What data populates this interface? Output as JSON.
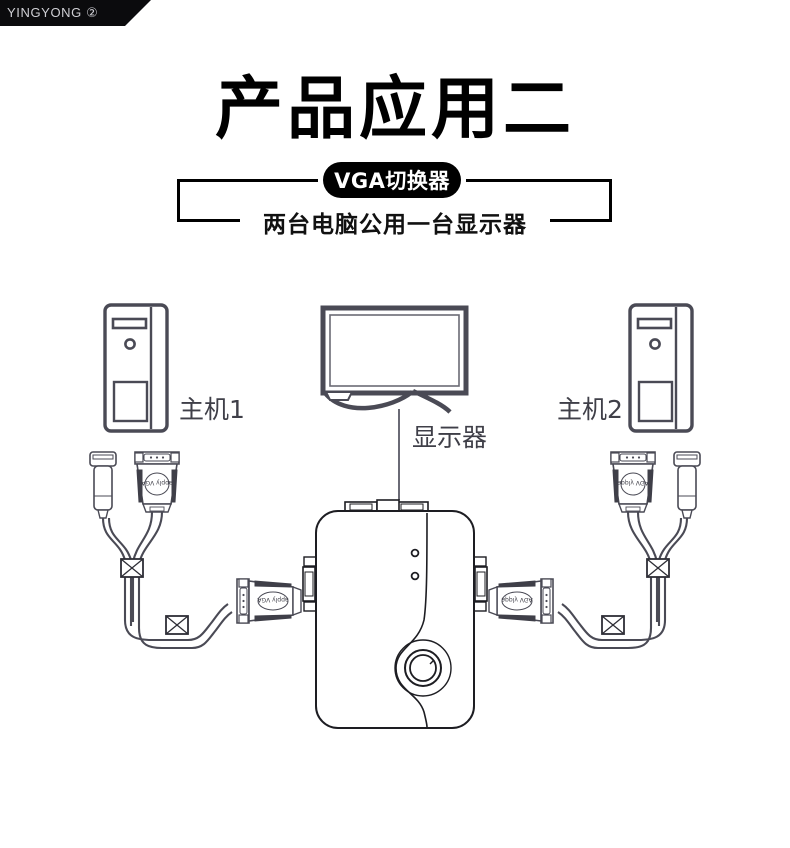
{
  "banner": {
    "text": "YINGYONG ②",
    "bg_color": "#0b0b0d",
    "text_color": "#cfcfd4"
  },
  "header": {
    "title": "产品应用二",
    "pill_label": "VGA切换器",
    "subtitle": "两台电脑公用一台显示器"
  },
  "diagram": {
    "labels": {
      "host_left": "主机1",
      "host_right": "主机2",
      "monitor": "显示器"
    },
    "colors": {
      "line": "#4a4a55",
      "label": "#3f3f48",
      "accent": "#000000",
      "screen": "#ffffff",
      "bezel": "#4a4a55"
    },
    "devices": [
      {
        "name": "pc-tower-left",
        "label": "主机1"
      },
      {
        "name": "pc-tower-right",
        "label": "主机2"
      },
      {
        "name": "monitor",
        "label": "显示器"
      },
      {
        "name": "vga-switch-box",
        "label": ""
      }
    ],
    "switch_box": {
      "led_count": 2,
      "knob": "rotary-selector"
    },
    "connectors": {
      "left": [
        "usb-connector",
        "vga-connector",
        "inline-vga-connector"
      ],
      "right": [
        "usb-connector",
        "vga-connector",
        "inline-vga-connector"
      ]
    }
  }
}
